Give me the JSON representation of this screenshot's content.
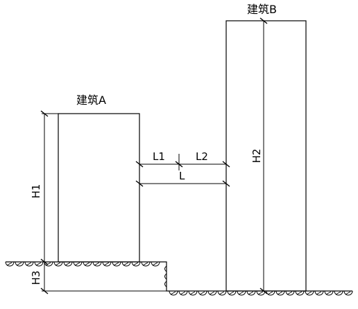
{
  "buildings": {
    "a_label": "建筑A",
    "b_label": "建筑B"
  },
  "dimensions": {
    "h1": "H1",
    "h2": "H2",
    "h3": "H3",
    "l1": "L1",
    "l2": "L2",
    "l": "L"
  }
}
